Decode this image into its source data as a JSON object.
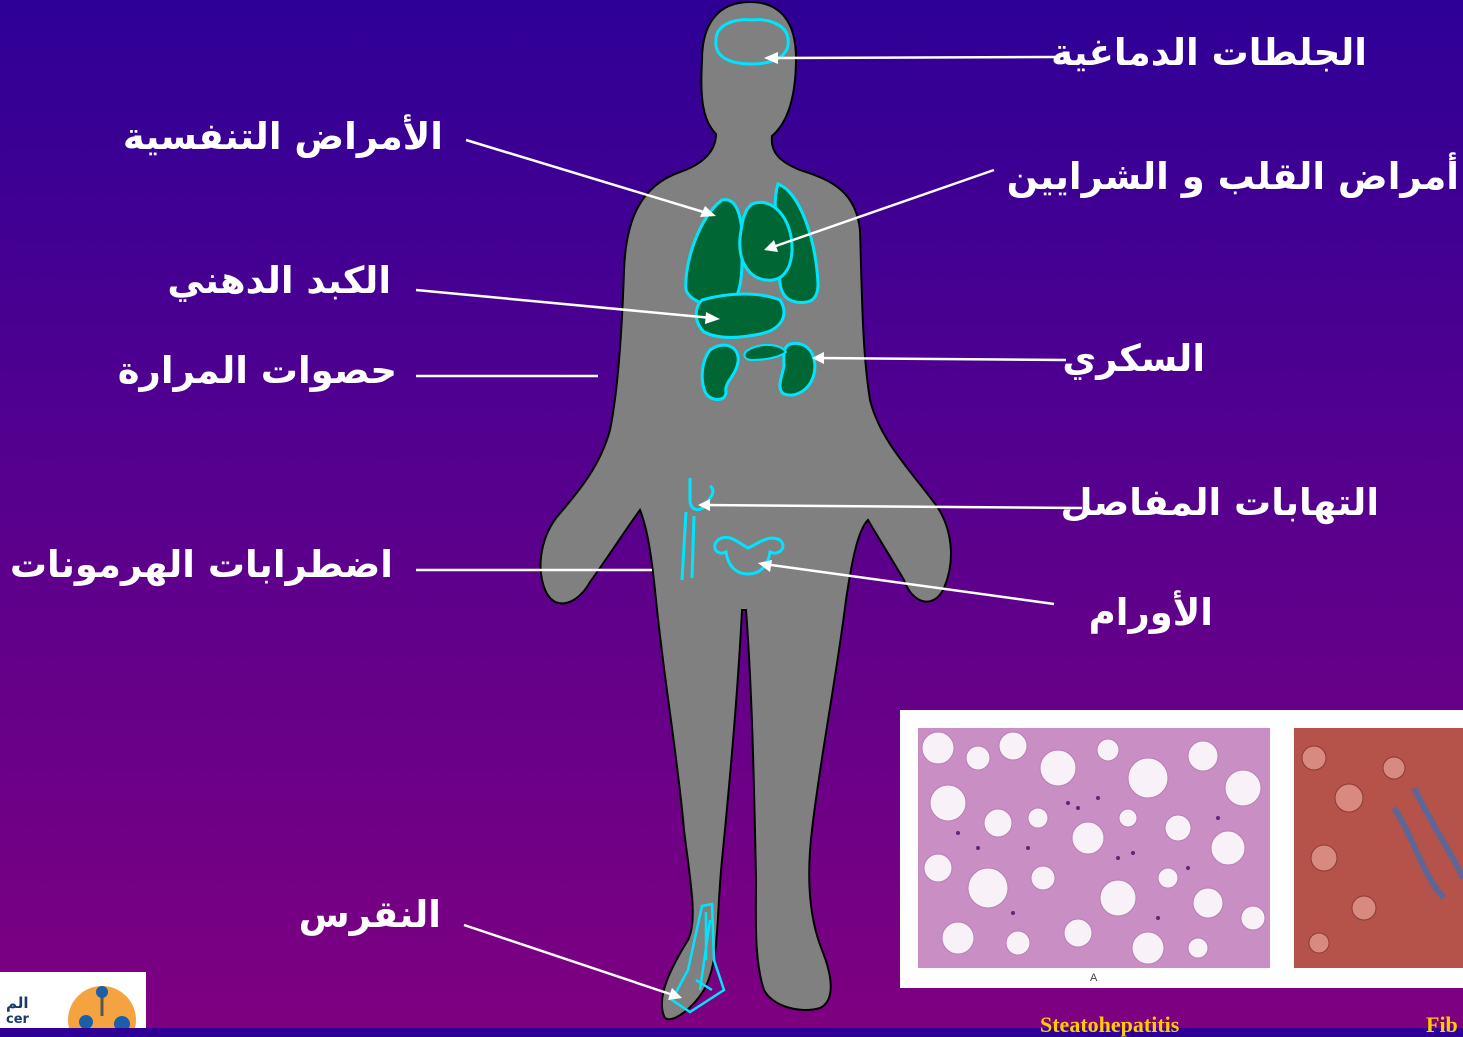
{
  "labels": {
    "brain_clots": "الجلطات الدماغية",
    "respiratory": "الأمراض التنفسية",
    "heart_arteries": "أمراض القلب و الشرايين",
    "fatty_liver": "الكبد الدهني",
    "gallstones": "حصوات المرارة",
    "diabetes": "السكري",
    "arthritis": "التهابات المفاصل",
    "hormones": "اضطرابات الهرمونات",
    "tumors": "الأورام",
    "gout": "النقرس"
  },
  "histology": {
    "panel_a_tag": "A",
    "caption_a": "Steatohepatitis",
    "caption_b": "Fib"
  },
  "logo": {
    "text_line1": "الم",
    "text_line2": "cer"
  },
  "colors": {
    "background_top": "#2e0096",
    "background_bottom": "#7e0080",
    "silhouette": "#808080",
    "organ_fill": "#006633",
    "organ_outline": "#00e5ff",
    "label_text": "#ffffff",
    "caption_text": "#ffcc00"
  }
}
